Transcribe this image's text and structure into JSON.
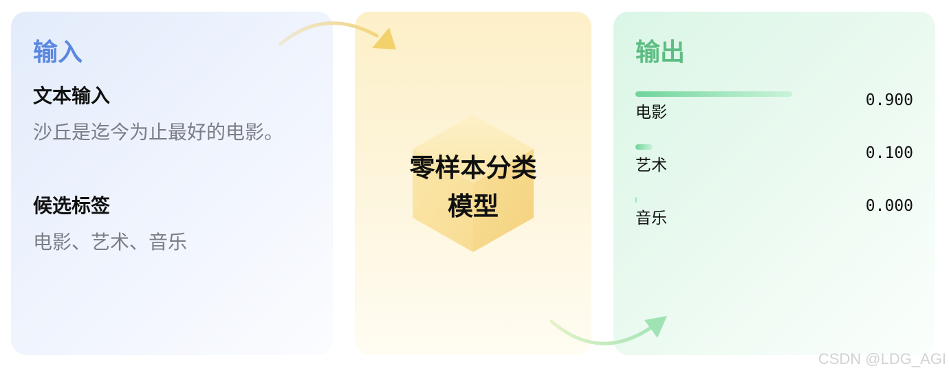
{
  "input_panel": {
    "title": "输入",
    "text_heading": "文本输入",
    "text_value": "沙丘是迄今为止最好的电影。",
    "labels_heading": "候选标签",
    "labels_value": "电影、艺术、音乐"
  },
  "model_panel": {
    "title_line1": "零样本分类",
    "title_line2": "模型"
  },
  "output_panel": {
    "title": "输出",
    "results": [
      {
        "label": "电影",
        "score": "0.900",
        "score_value": 0.9
      },
      {
        "label": "艺术",
        "score": "0.100",
        "score_value": 0.1
      },
      {
        "label": "音乐",
        "score": "0.000",
        "score_value": 0.0
      }
    ]
  },
  "watermark": "CSDN @LDG_AGI",
  "colors": {
    "input_accent": "#5a87e0",
    "output_accent": "#5cbd82",
    "model_accent": "#f5cf6a",
    "bar_fill": "#6fd39a"
  }
}
